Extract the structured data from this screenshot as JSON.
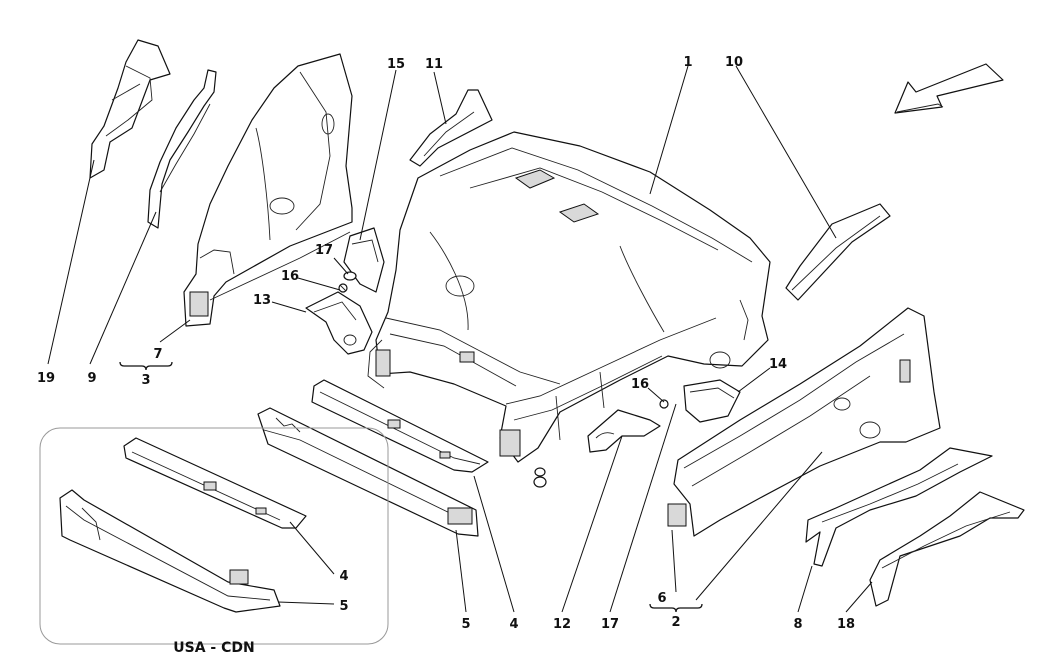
{
  "diagram": {
    "callouts": {
      "c1": "1",
      "c10": "10",
      "c15": "15",
      "c11": "11",
      "c19": "19",
      "c9": "9",
      "c7": "7",
      "c3": "3",
      "c17a": "17",
      "c16a": "16",
      "c13": "13",
      "c14": "14",
      "c16b": "16",
      "c4a": "4",
      "c5a": "5",
      "c5b": "5",
      "c4b": "4",
      "c12": "12",
      "c17b": "17",
      "c6": "6",
      "c2": "2",
      "c8": "8",
      "c18": "18"
    },
    "inset_label": "USA - CDN",
    "icons": {
      "direction": "front-direction-arrow-icon"
    }
  }
}
